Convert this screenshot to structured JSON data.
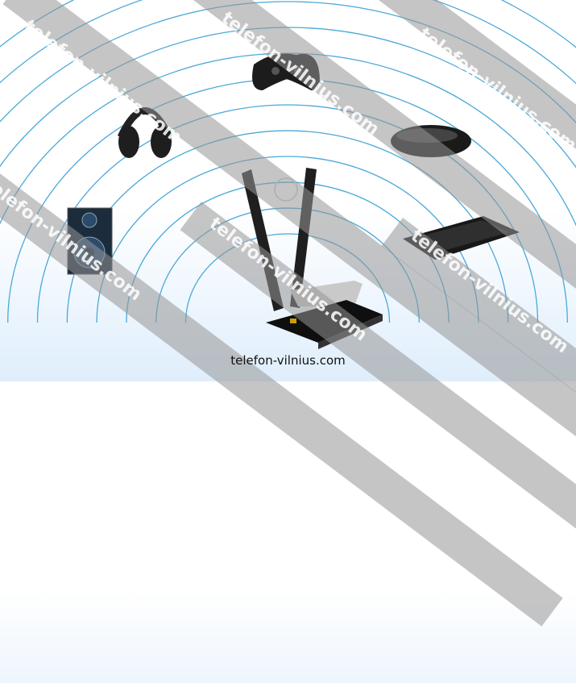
{
  "watermark": {
    "text": "telefon-vilnius.com"
  },
  "caption": "telefon-vilnius.com",
  "colors": {
    "arc": "#4aa8d8",
    "background_bottom": "#dfeefc",
    "band": "#969696"
  },
  "devices": [
    "speaker-icon",
    "headphones-icon",
    "gamepad-icon",
    "mouse-icon",
    "keyboard-icon",
    "wifi-adapter"
  ]
}
